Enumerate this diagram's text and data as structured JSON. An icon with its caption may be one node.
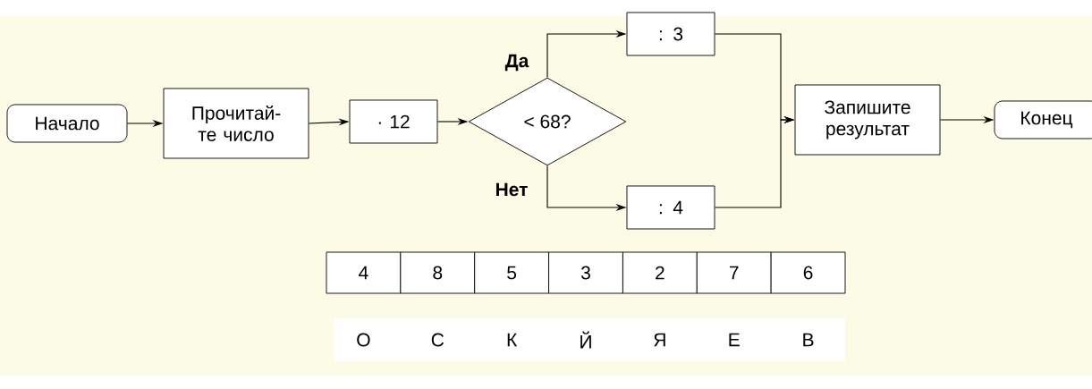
{
  "diagram": {
    "nodes": [
      {
        "text": [
          "Начало"
        ]
      },
      {
        "text": [
          "Прочитай- те число"
        ]
      },
      {
        "text": [
          "· 12"
        ]
      },
      {
        "text": [
          "< 68?"
        ]
      },
      {
        "text": [
          ": 3"
        ]
      },
      {
        "text": [
          ": 4"
        ]
      },
      {
        "text": [
          "Запишите результат"
        ]
      },
      {
        "text": [
          "Конец"
        ]
      }
    ],
    "edges": [
      {
        "from": 0,
        "to": 1,
        "arrow": "to"
      },
      {
        "from": 1,
        "to": 2,
        "arrow": "to"
      },
      {
        "from": 2,
        "to": 3,
        "arrow": "to"
      },
      {
        "from": 3,
        "to": 4,
        "arrow": "to",
        "label": "Да"
      },
      {
        "from": 3,
        "to": 5,
        "arrow": "to",
        "label": "Нет"
      },
      {
        "from": 4,
        "to": 6,
        "arrow": "to"
      },
      {
        "from": 5,
        "to": 6,
        "arrow": "to"
      },
      {
        "from": 6,
        "to": 7,
        "arrow": "to"
      }
    ],
    "labels": [
      "4",
      "8",
      "5",
      "3",
      "2",
      "7",
      "6",
      "О",
      "С",
      "К",
      "Й",
      "Я",
      "Е",
      "В"
    ]
  }
}
